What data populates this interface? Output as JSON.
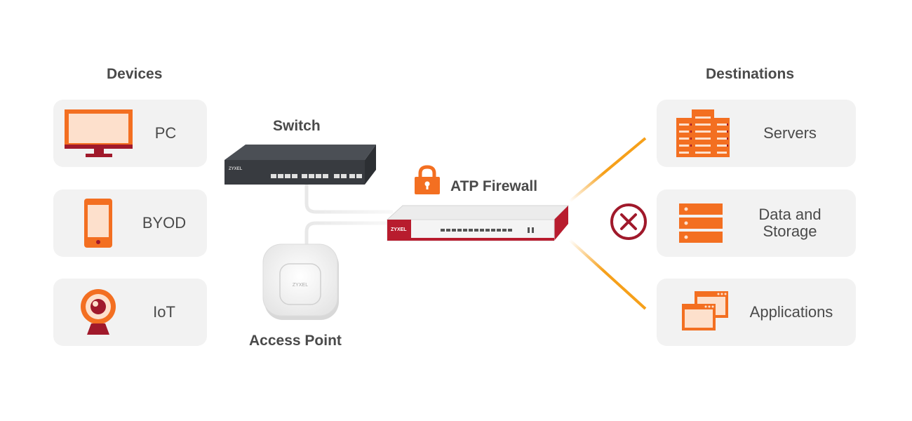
{
  "devices": {
    "heading": "Devices",
    "items": [
      {
        "label": "PC",
        "icon": "monitor-icon"
      },
      {
        "label": "BYOD",
        "icon": "smartphone-icon"
      },
      {
        "label": "IoT",
        "icon": "webcam-icon"
      }
    ]
  },
  "network": {
    "switch_label": "Switch",
    "switch_brand": "ZYXEL",
    "access_point_label": "Access Point",
    "access_point_brand": "ZYXEL",
    "firewall_label": "ATP Firewall",
    "firewall_brand": "ZYXEL"
  },
  "destinations": {
    "heading": "Destinations",
    "items": [
      {
        "label": "Servers",
        "icon": "servers-icon",
        "status": "allowed"
      },
      {
        "label": "Data and\nStorage",
        "icon": "storage-icon",
        "status": "blocked"
      },
      {
        "label": "Applications",
        "icon": "applications-icon",
        "status": "allowed"
      }
    ]
  },
  "colors": {
    "accent": "#f36f21",
    "allowed_line": "#f6a01a",
    "blocked": "#a0192b",
    "card_bg": "#f2f2f2"
  }
}
